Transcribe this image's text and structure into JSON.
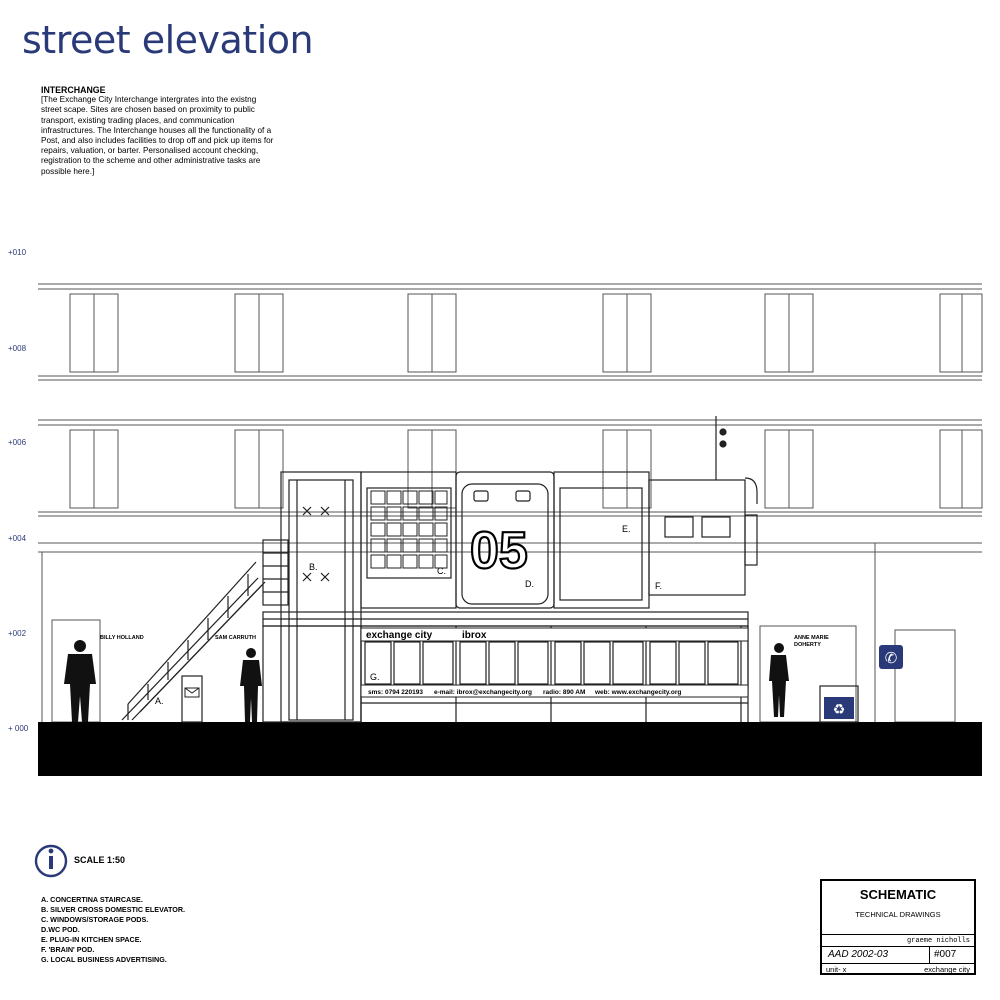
{
  "header": {
    "title": "street elevation"
  },
  "intro": {
    "heading": "INTERCHANGE",
    "body": "[The Exchange City Interchange intergrates into the existng street scape. Sites are chosen based on proximity to public transport, existing trading places, and communication infrastructures. The Interchange houses all the functionality of a Post, and also includes facilities to drop off and pick up items for repairs, valuation, or barter. Personalised account checking, registration to the scheme and other administrative tasks are possible here.]"
  },
  "levels": [
    "+010",
    "+008",
    "+006",
    "+004",
    "+002",
    "+ 000"
  ],
  "drawing": {
    "pod_number": "05",
    "sign_left": "exchange city",
    "sign_right": "ibrox",
    "contact_sms": "sms: 0794 220193",
    "contact_email": "e-mail: ibrox@exchangecity.org",
    "contact_radio": "radio: 890 AM",
    "contact_web": "web: www.exchangecity.org",
    "label_a": "A.",
    "label_b": "B.",
    "label_c": "C.",
    "label_d": "D.",
    "label_e": "E.",
    "label_f": "F.",
    "label_g": "G.",
    "person_billy": "BILLY HOLLAND",
    "person_sam": "SAM CARRUTH",
    "person_anne_1": "ANNE MARIE",
    "person_anne_2": "DOHERTY"
  },
  "scale": {
    "label": "SCALE 1:50"
  },
  "legend": [
    "A. CONCERTINA STAIRCASE.",
    "B. SILVER CROSS DOMESTIC ELEVATOR.",
    "C. WINDOWS/STORAGE PODS.",
    "D.WC POD.",
    "E. PLUG-IN KITCHEN SPACE.",
    "F. 'BRAIN' POD.",
    "G. LOCAL BUSINESS ADVERTISING."
  ],
  "title_block": {
    "title": "SCHEMATIC",
    "subtitle": "TECHNICAL DRAWINGS",
    "author": "graeme nicholls",
    "code": "AAD 2002-03",
    "number": "#007",
    "unit": "unit- x",
    "place": "exchange city"
  },
  "colors": {
    "accent": "#2a3a78",
    "ground": "#000000",
    "line": "#555555"
  },
  "icons": [
    "info-icon",
    "mail-icon",
    "recycle-icon",
    "phone-icon"
  ]
}
